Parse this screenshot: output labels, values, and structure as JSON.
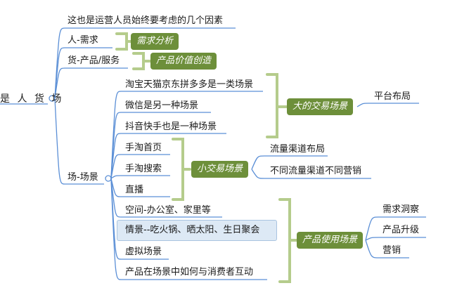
{
  "root": {
    "label": "是 人 货 场"
  },
  "intro": {
    "text": "这也是运营人员始终要考虑的几个因素"
  },
  "branches": {
    "people": {
      "label": "人-需求",
      "tag": "需求分析"
    },
    "goods": {
      "label": "货-产品/服务",
      "tag": "产品价值创造"
    },
    "scene": {
      "label": "场-场景"
    }
  },
  "groups": {
    "platform": {
      "items": [
        "淘宝天猫京东拼多多是一类场景",
        "微信是另一种场景",
        "抖音快手也是一种场景"
      ],
      "tag": "大的交易场景",
      "children": [
        "平台布局"
      ]
    },
    "small": {
      "items": [
        "手淘首页",
        "手淘搜索",
        "直播"
      ],
      "tag": "小交易场景",
      "children": [
        "流量渠道布局",
        "不同流量渠道不同营销"
      ]
    },
    "usage": {
      "items": [
        "空间-办公室、家里等",
        "情景--吃火锅、晒太阳、生日聚会",
        "虚拟场景",
        "产品在场景中如何与消费者互动"
      ],
      "tag": "产品使用场景",
      "children": [
        "需求洞察",
        "产品升级",
        "营销"
      ]
    }
  },
  "colors": {
    "line": "#5b8fd6",
    "bracket": "#b5cc8c",
    "tag": "#6d8f3a",
    "highlight": "#dde9f5"
  }
}
